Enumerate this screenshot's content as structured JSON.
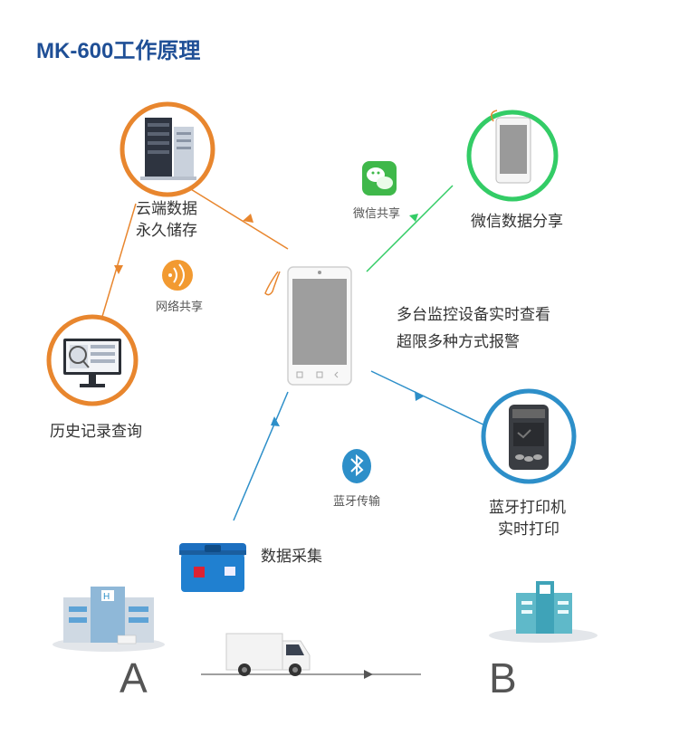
{
  "title": "MK-600工作原理",
  "nodes": {
    "cloud": {
      "line1": "云端数据",
      "line2": "永久储存"
    },
    "wechat_share": {
      "label": "微信数据分享"
    },
    "wechat_icon_label": "微信共享",
    "network_label": "网络共享",
    "history": {
      "label": "历史记录查询"
    },
    "monitor": {
      "line1": "多台监控设备实时查看",
      "line2": "超限多种方式报警"
    },
    "bluetooth_label": "蓝牙传输",
    "printer": {
      "line1": "蓝牙打印机",
      "line2": "实时打印"
    },
    "collect": {
      "label": "数据采集"
    }
  },
  "route": {
    "from": "A",
    "to": "B"
  },
  "colors": {
    "orange": "#e8862e",
    "green": "#33cc66",
    "blue": "#2d8fc9",
    "title": "#1f4f96"
  }
}
